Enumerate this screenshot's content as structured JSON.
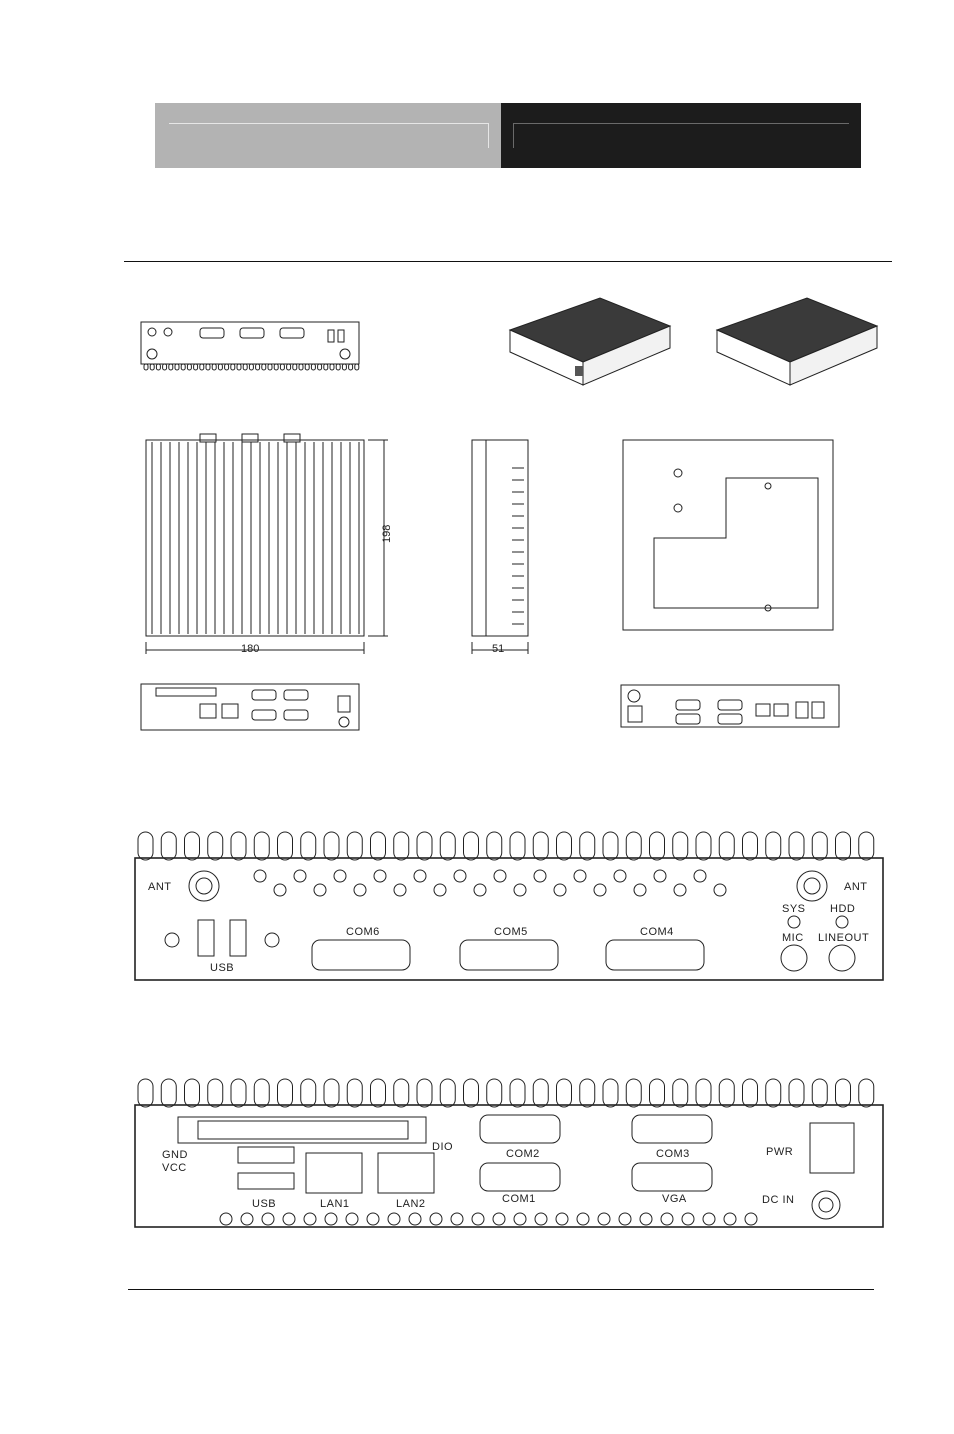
{
  "panel_top": {
    "ant_left": "ANT",
    "ant_right": "ANT",
    "usb": "USB",
    "com6": "COM6",
    "com5": "COM5",
    "com4": "COM4",
    "sys": "SYS",
    "hdd": "HDD",
    "mic": "MIC",
    "lineout": "LINEOUT"
  },
  "panel_bottom": {
    "gnd": "GND",
    "vcc": "VCC",
    "dio": "DIO",
    "com2": "COM2",
    "com3": "COM3",
    "com1": "COM1",
    "vga": "VGA",
    "pwr": "PWR",
    "usb": "USB",
    "lan1": "LAN1",
    "lan2": "LAN2",
    "dc_in": "DC  IN"
  },
  "dimensions": {
    "width": "180",
    "depth": "198",
    "height": "51"
  }
}
